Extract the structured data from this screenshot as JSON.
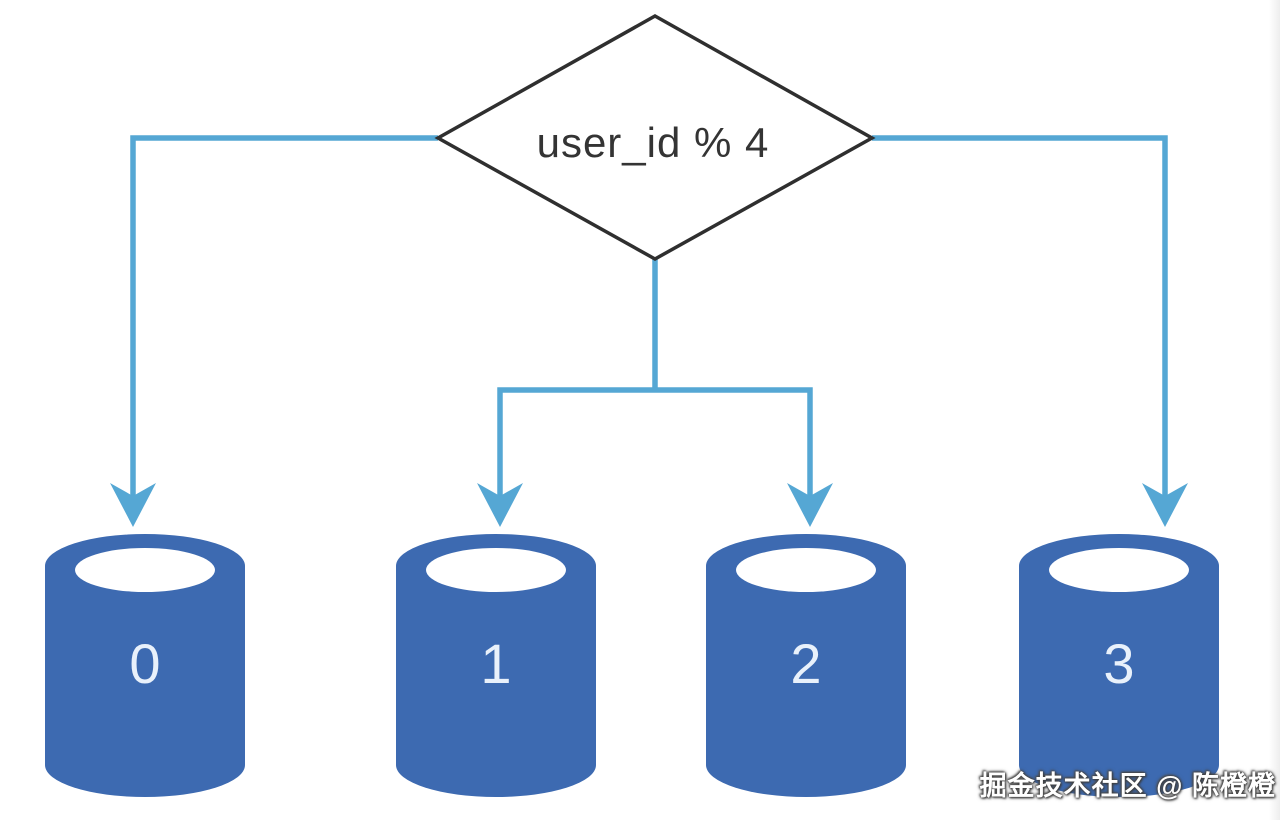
{
  "diagram": {
    "decision": {
      "label": "user_id % 4"
    },
    "shards": [
      {
        "label": "0"
      },
      {
        "label": "1"
      },
      {
        "label": "2"
      },
      {
        "label": "3"
      }
    ],
    "watermark": "掘金技术社区 @ 陈橙橙",
    "colors": {
      "connector": "#55a7d4",
      "cylinder": "#3d6ab1",
      "cylinder_opening": "#ffffff",
      "diamond_fill": "#ffffff",
      "diamond_border": "#2f2f2f",
      "decision_text": "#343434",
      "shard_label": "#e9f1fb"
    }
  }
}
